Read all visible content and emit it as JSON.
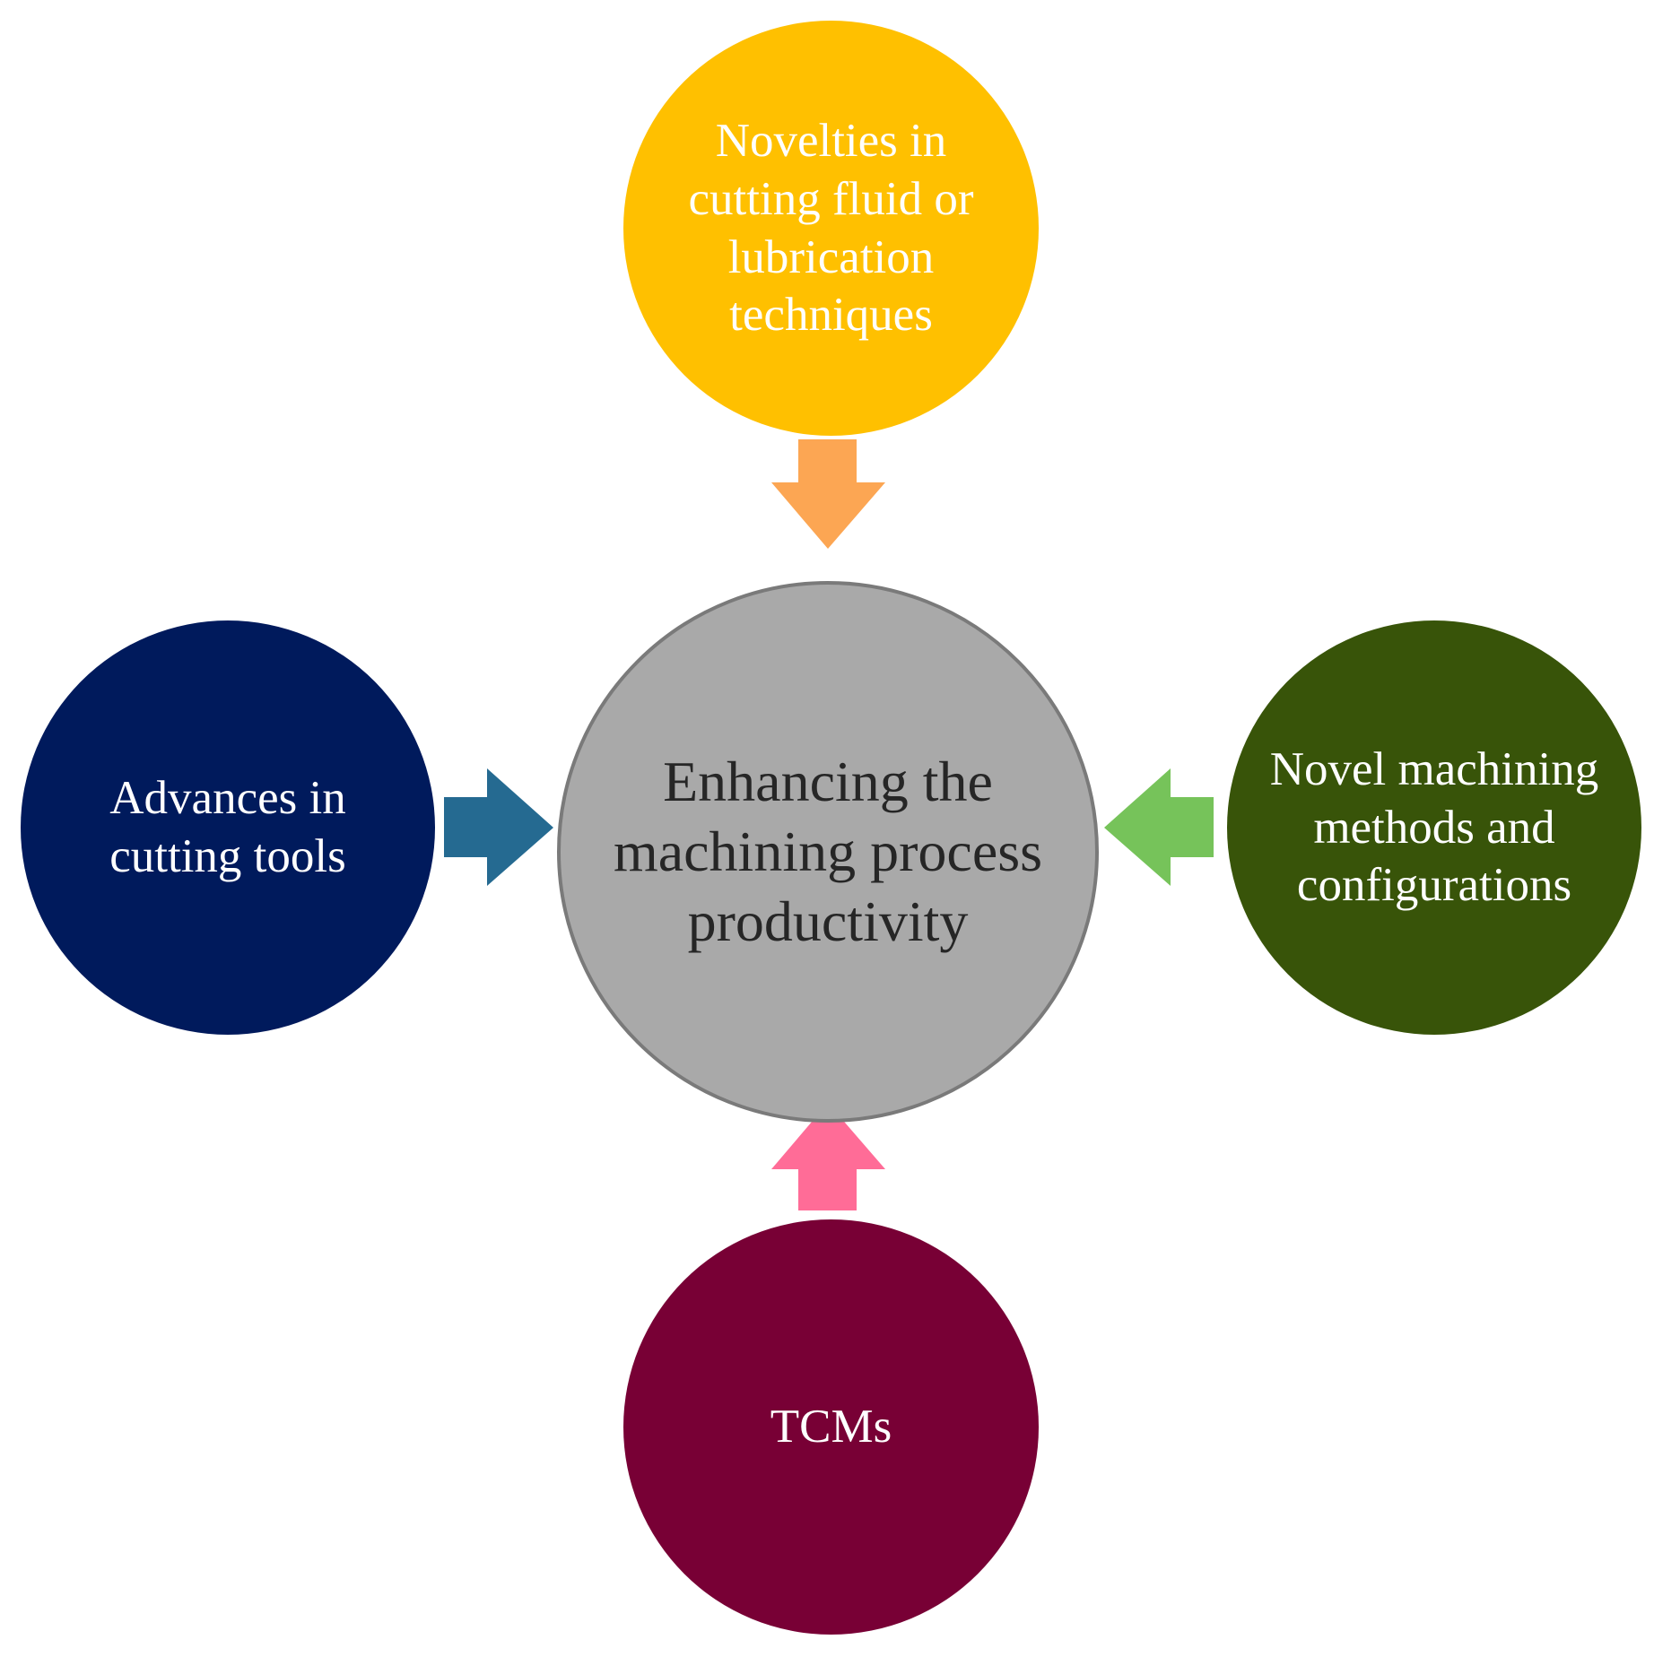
{
  "diagram": {
    "center": {
      "label": "Enhancing  the\nmachining  process\nproductivity",
      "fill": "#a9a9a9",
      "text_color": "#262626",
      "border_color": "#7a7a7a"
    },
    "nodes": {
      "top": {
        "label": "Novelties in\ncutting fluid or\nlubrication\ntechniques",
        "fill": "#ffc000",
        "text_color": "#ffffff"
      },
      "left": {
        "label": "Advances in\ncutting tools",
        "fill": "#001a5c",
        "text_color": "#ffffff"
      },
      "right": {
        "label": "Novel machining\nmethods and\nconfigurations",
        "fill": "#385409",
        "text_color": "#ffffff"
      },
      "bottom": {
        "label": "TCMs",
        "fill": "#780035",
        "text_color": "#ffffff"
      }
    },
    "arrows": {
      "top": {
        "color": "#fca653"
      },
      "left": {
        "color": "#256a91"
      },
      "right": {
        "color": "#76c35a"
      },
      "bottom": {
        "color": "#ff6c97"
      }
    }
  }
}
